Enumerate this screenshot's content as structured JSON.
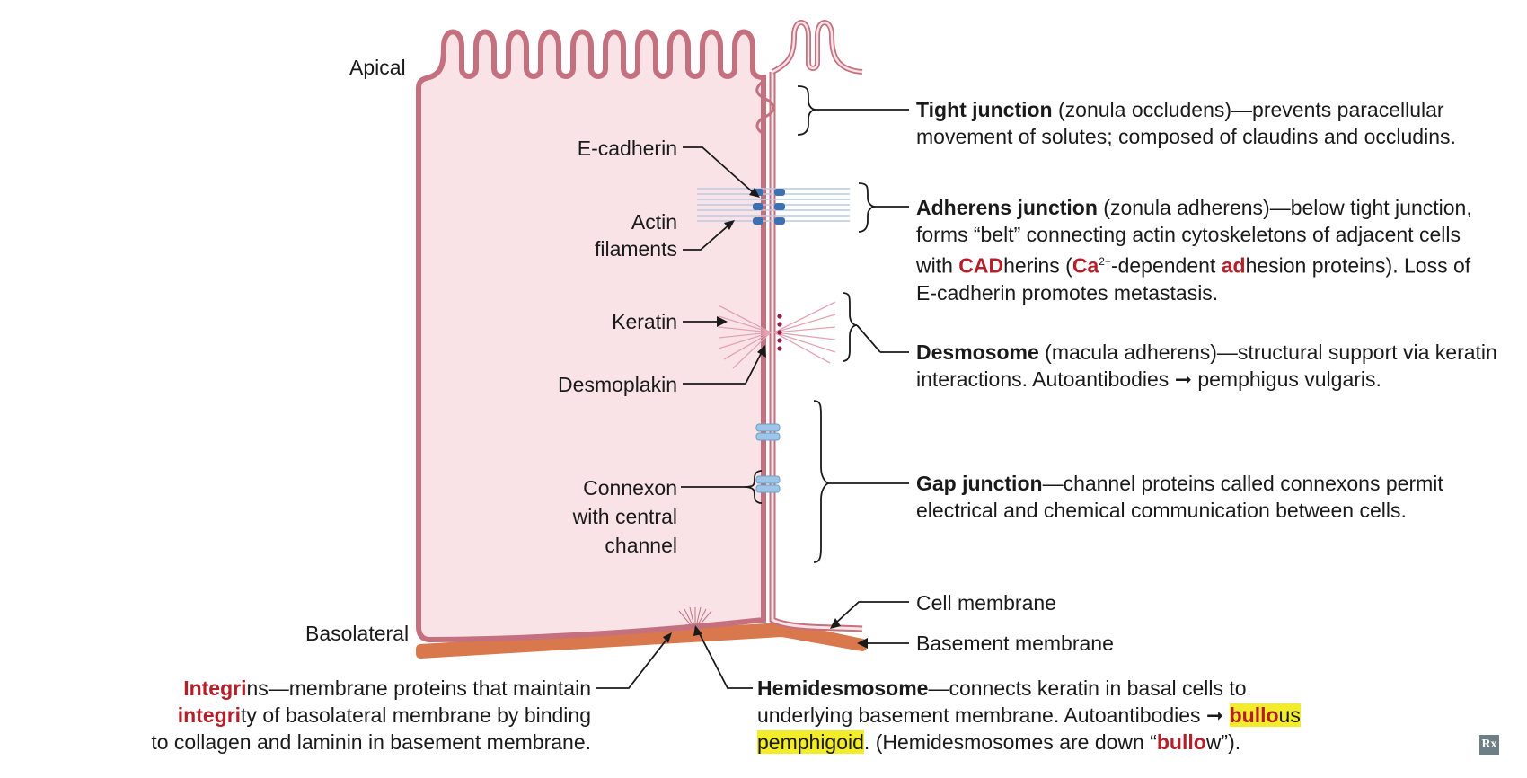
{
  "labels": {
    "apical": "Apical",
    "basolateral": "Basolateral",
    "e_cadherin": "E-cadherin",
    "actin_1": "Actin",
    "actin_2": "filaments",
    "keratin": "Keratin",
    "desmoplakin": "Desmoplakin",
    "connexon_1": "Connexon",
    "connexon_2": "with central",
    "connexon_3": "channel",
    "cell_membrane": "Cell membrane",
    "basement_membrane": "Basement membrane"
  },
  "tight": {
    "title": "Tight junction",
    "line1": " (zonula occludens)—prevents paracellular",
    "line2": "movement of solutes; composed of claudins and occludins."
  },
  "adherens": {
    "title": "Adherens junction",
    "line1": " (zonula adherens)—below tight junction,",
    "line2": "forms “belt” connecting actin cytoskeletons of adjacent cells",
    "line3_a": "with ",
    "line3_cad": "CAD",
    "line3_b": "herins (",
    "line3_ca": "Ca",
    "line3_sup": "2+",
    "line3_c": "-dependent ",
    "line3_ad": "ad",
    "line3_d": "hesion proteins). Loss of",
    "line4": "E-cadherin promotes metastasis."
  },
  "desmosome": {
    "title": "Desmosome",
    "line1": " (macula adherens)—structural support via keratin",
    "line2": "interactions. Autoantibodies ➞ pemphigus vulgaris."
  },
  "gap": {
    "title": "Gap junction",
    "line1": "—channel proteins called connexons permit",
    "line2": "electrical and chemical communication between cells."
  },
  "integrins": {
    "l1_red": "Integri",
    "l1_rest": "ns—membrane proteins that maintain",
    "l2_red": "integri",
    "l2_rest": "ty of basolateral membrane by binding",
    "l3": "to collagen and laminin in basement membrane."
  },
  "hemidesmosome": {
    "title": "Hemidesmosome",
    "l1_rest": "—connects keratin in basal cells to",
    "l2_a": "underlying basement membrane. Autoantibodies ➞ ",
    "l2_red": "bullo",
    "l2_b": "us",
    "l3_hl": "pemphigoid",
    "l3_a": ". (Hemidesmosomes are down “",
    "l3_red": "bullo",
    "l3_b": "w”)."
  },
  "logo": "Rx",
  "colors": {
    "cell_fill": "#f9e3e7",
    "cell_stroke": "#c4707f",
    "basement": "#d9784c",
    "cadherin": "#3f6fae",
    "actin": "#b9c9e4",
    "keratin": "#e4a3b4",
    "desmoplakin": "#8e2048",
    "connexon": "#9cc5e8",
    "accent_red": "#b3202a",
    "highlight": "#f2ec2a"
  }
}
